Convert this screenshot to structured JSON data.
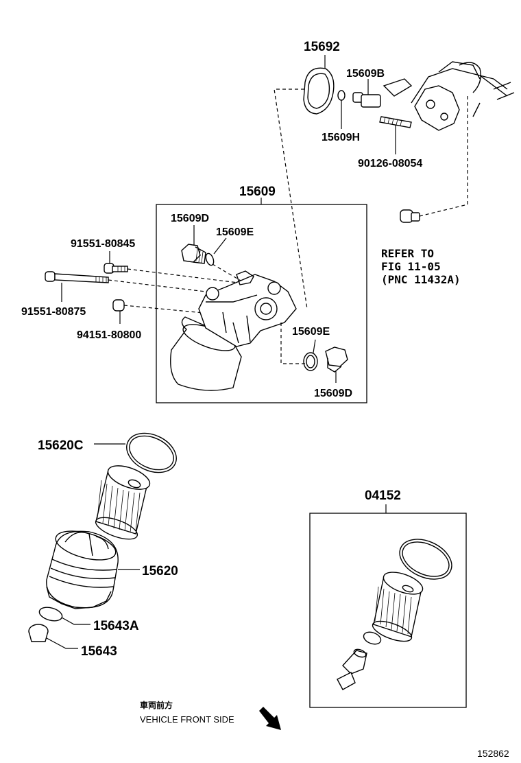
{
  "diagram": {
    "labels": {
      "p15692": "15692",
      "p15609B": "15609B",
      "p15609H": "15609H",
      "p90126": "90126-08054",
      "p15609": "15609",
      "p15609D_top": "15609D",
      "p15609E_top": "15609E",
      "p91551_80845": "91551-80845",
      "p91551_80875": "91551-80875",
      "p94151_80800": "94151-80800",
      "p15609E_right": "15609E",
      "p15609D_bottom": "15609D",
      "p15620C": "15620C",
      "p15620": "15620",
      "p15643A": "15643A",
      "p15643": "15643",
      "p04152": "04152"
    },
    "refer": {
      "line1": "REFER TO",
      "line2": "FIG 11-05",
      "line3": "(PNC 11432A)"
    },
    "front": {
      "jp": "車両前方",
      "en": "VEHICLE FRONT SIDE"
    },
    "figure_code": "152862"
  }
}
